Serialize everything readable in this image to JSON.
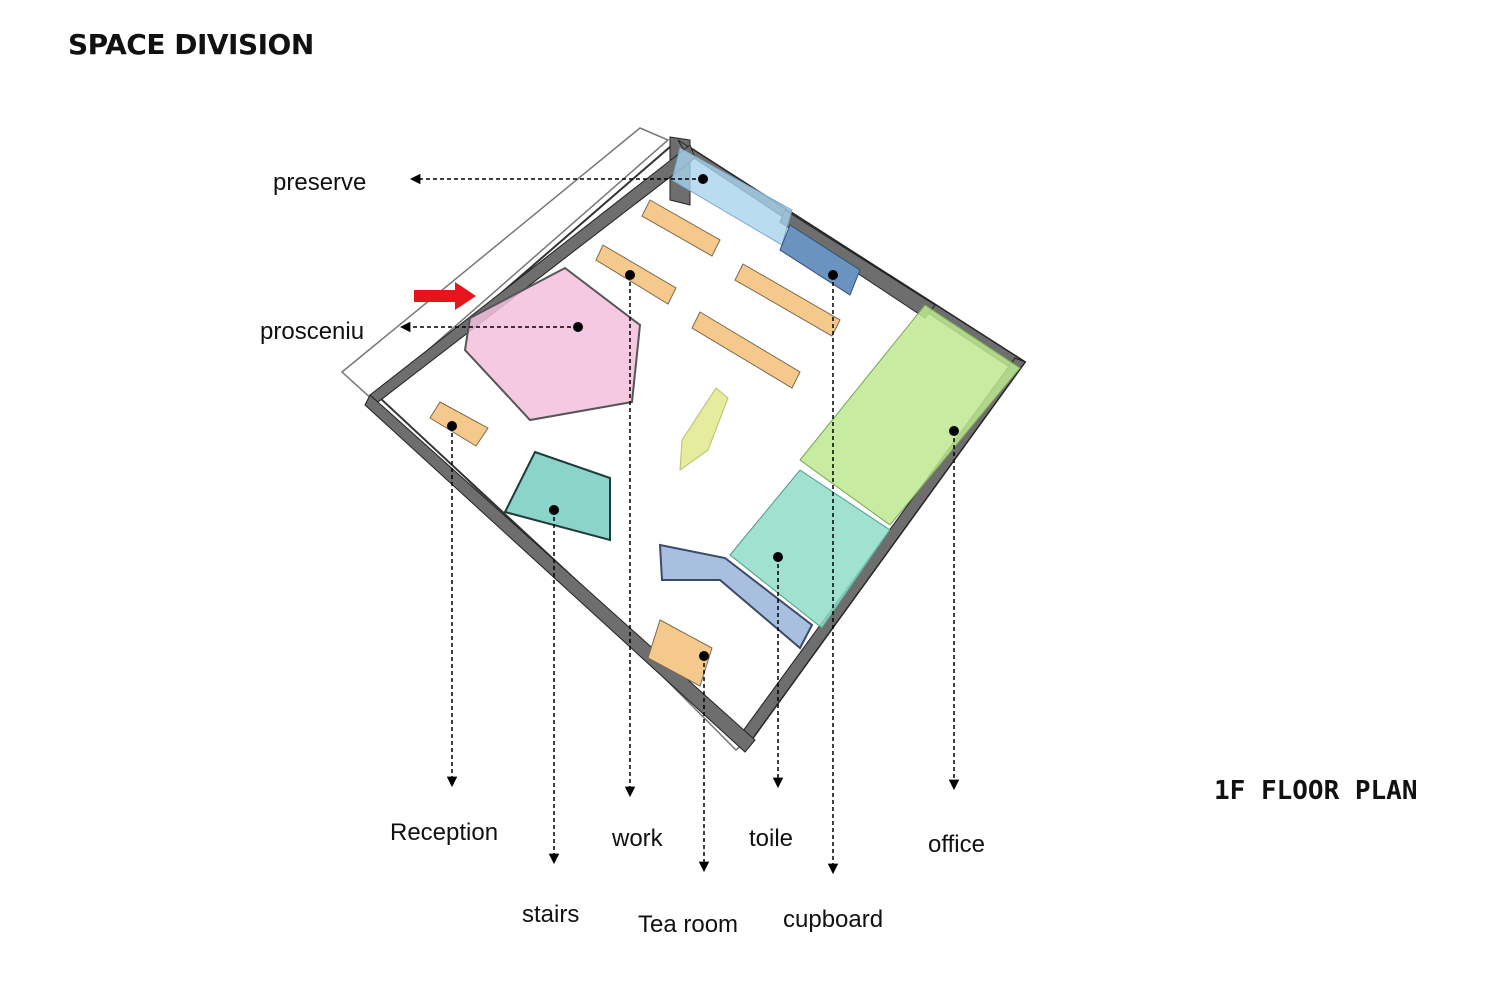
{
  "title": "SPACE DIVISION",
  "subtitle": "1F FLOOR PLAN",
  "colors": {
    "preserve": "#a9d3ee",
    "prosceniu": "#f2bfdc",
    "stairs": "#7fcfc4",
    "toile": "#8fdcc8",
    "office": "#bde88f",
    "cupboard": "#6a93bf",
    "table": "#f5c98c",
    "wall": "#6e6e6e",
    "entrance_arrow": "#e8141b"
  },
  "labels": {
    "preserve": "preserve",
    "prosceniu": "prosceniu",
    "reception": "Reception",
    "stairs": "stairs",
    "work": "work",
    "tea_room": "Tea room",
    "toile": "toile",
    "cupboard": "cupboard",
    "office": "office"
  }
}
